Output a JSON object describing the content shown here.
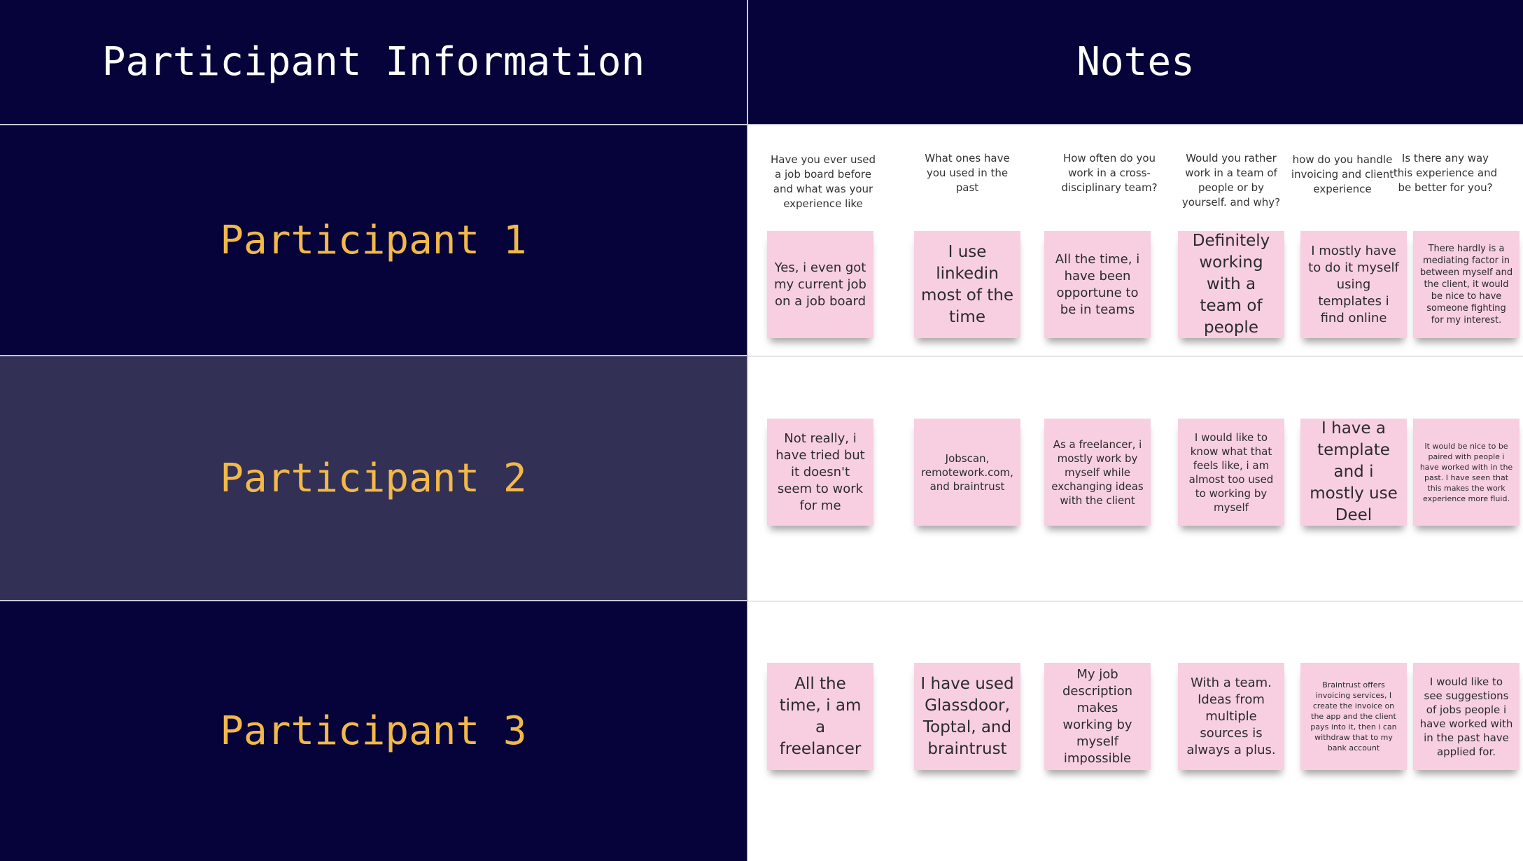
{
  "headers": {
    "participant_info": "Participant Information",
    "notes": "Notes"
  },
  "participants": [
    "Participant 1",
    "Participant 2",
    "Participant 3"
  ],
  "questions": [
    "Have you ever used a job board before and what was your experience like",
    "What ones have you used in the past",
    "How often do you work in a cross-disciplinary team?",
    "Would you rather work in a team of people or by yourself. and why?",
    "how do you handle invoicing and client experience",
    "Is there any way this experience and be better for you?"
  ],
  "answers": [
    [
      "Yes, i even got my current job on a job board",
      "I use linkedin most of the time",
      "All the time, i have been opportune to be in teams",
      "Definitely working with a team of people",
      "I mostly have to do it myself using templates i find online",
      "There hardly is a mediating factor in between myself and the client, it would be nice to have someone fighting for my interest."
    ],
    [
      "Not really, i have tried but it doesn't seem to work for me",
      "Jobscan, remotework.com, and braintrust",
      "As a freelancer, i mostly work by myself while exchanging ideas with the client",
      "I would like to know what that feels like, i am almost too used to working by myself",
      "I have a template and i mostly use Deel",
      "It would be nice to be paired with people i have worked with in the past. I have seen that this makes the work experience more fluid."
    ],
    [
      "All the time, i am a freelancer",
      "I have used Glassdoor, Toptal, and braintrust",
      "My job description makes working by myself impossible",
      "With a team. Ideas from multiple sources is always a plus.",
      "Braintrust offers invoicing services, I create the invoice on the app and the client pays into it, then i can withdraw that to my bank account",
      "I would like to see suggestions of jobs people i have worked with in the past have applied for."
    ]
  ],
  "colors": {
    "header_bg": "#05033a",
    "row_dark": "#05033a",
    "row_mid": "#323055",
    "participant_text": "#f2b94a",
    "sticky_note": "#f7cfe1"
  }
}
